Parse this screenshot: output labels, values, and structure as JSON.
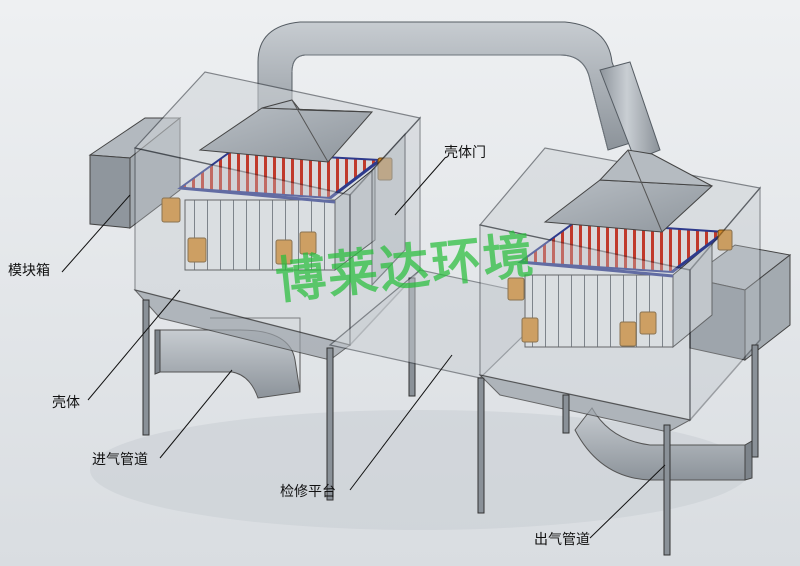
{
  "labels": {
    "module_box": "模块箱",
    "housing": "壳体",
    "housing_door": "壳体门",
    "inlet_duct": "进气管道",
    "maintenance_platform": "检修平台",
    "outlet_duct": "出气管道"
  },
  "watermark": "博莱达环境",
  "colors": {
    "background": "#e4e7ea",
    "duct": "#a9b0b6",
    "frame": "#2a2f36",
    "rack": "#2e3a8c",
    "electrode": "#c0392b",
    "bracket": "#d3892a",
    "watermark": "#28be3c"
  }
}
